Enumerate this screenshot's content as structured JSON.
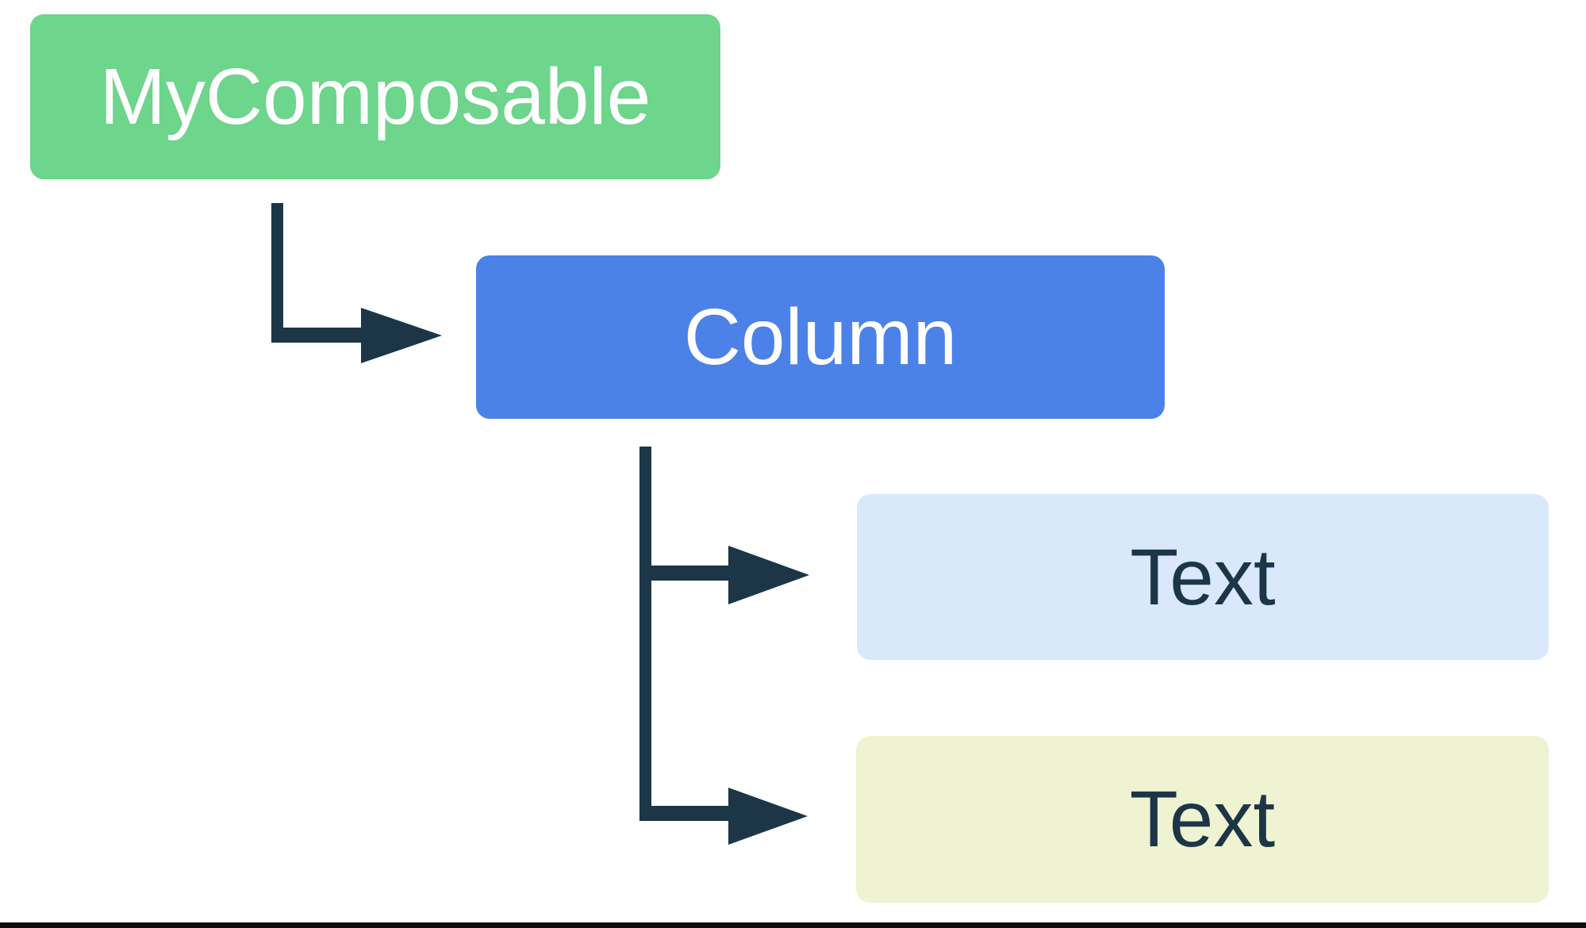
{
  "diagram": {
    "nodes": [
      {
        "id": "my-composable",
        "label": "MyComposable",
        "bg": "#6DD58C",
        "fg": "#FFFFFF"
      },
      {
        "id": "column",
        "label": "Column",
        "bg": "#4C82E8",
        "fg": "#FFFFFF"
      },
      {
        "id": "text-first",
        "label": "Text",
        "bg": "#D9E8FA",
        "fg": "#1C3647"
      },
      {
        "id": "text-second",
        "label": "Text",
        "bg": "#EFF3D2",
        "fg": "#1C3647"
      }
    ],
    "edges": [
      {
        "from": "MyComposable",
        "to": "Column"
      },
      {
        "from": "Column",
        "to": "Text"
      },
      {
        "from": "Column",
        "to": "Text"
      }
    ],
    "connector_color": "#1C3647",
    "baseline_color": "#0D0D0D"
  }
}
